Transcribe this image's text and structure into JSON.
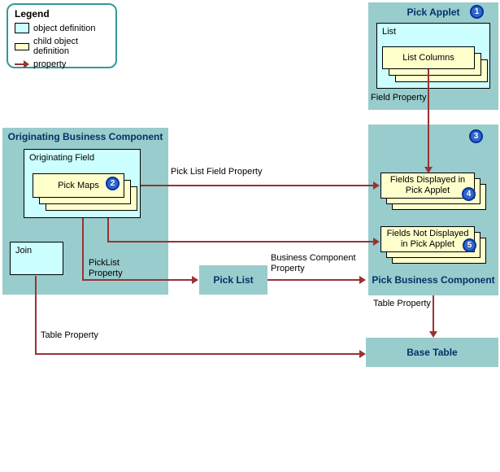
{
  "legend": {
    "title": "Legend",
    "items": [
      {
        "label": "object definition"
      },
      {
        "label": "child object definition"
      },
      {
        "label": "property"
      }
    ]
  },
  "pick_applet": {
    "title": "Pick Applet",
    "badge": "1",
    "list_label": "List",
    "list_columns_label": "List Columns",
    "field_property_label": "Field Property"
  },
  "originating_bc": {
    "title": "Originating Business Component",
    "originating_field_label": "Originating Field",
    "pick_maps_label": "Pick Maps",
    "badge": "2",
    "join_label": "Join",
    "picklist_property_label": "PickList Property"
  },
  "pick_bc": {
    "badge": "3",
    "fields_displayed_label": "Fields Displayed in Pick Applet",
    "fields_displayed_badge": "4",
    "fields_not_displayed_label": "Fields Not Displayed in Pick Applet",
    "fields_not_displayed_badge": "5",
    "title": "Pick Business Component"
  },
  "pick_list": {
    "title": "Pick List"
  },
  "base_table": {
    "title": "Base Table"
  },
  "edge_labels": {
    "pick_list_field_property": "Pick List Field Property",
    "business_component_property": "Business Component Property",
    "table_property_right": "Table Property",
    "table_property_left": "Table Property"
  },
  "colors": {
    "container_teal": "#99CCCC",
    "object_cyan": "#CCFFFF",
    "child_yellow": "#FFFFCC",
    "arrow_red": "#993333",
    "title_navy": "#003366",
    "badge_blue": "#3366CC",
    "badge_border": "#003399",
    "legend_border": "#339999"
  }
}
